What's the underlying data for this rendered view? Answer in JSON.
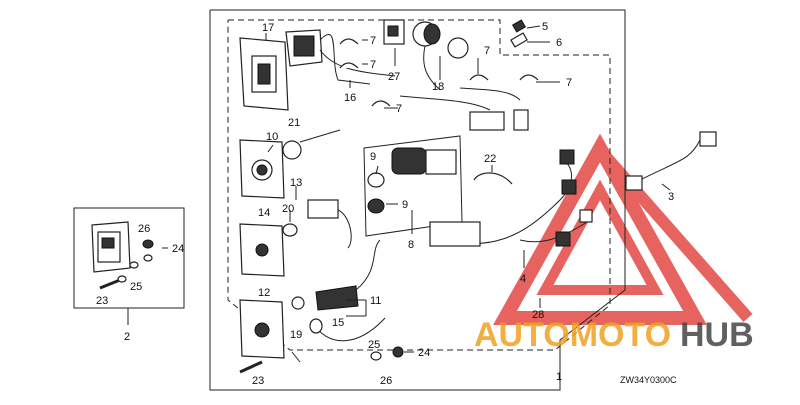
{
  "diagram": {
    "part_numbers": {
      "p1": "1",
      "p2": "2",
      "p3": "3",
      "p4": "4",
      "p5": "5",
      "p6": "6",
      "p7": "7",
      "p8": "8",
      "p9": "9",
      "p10": "10",
      "p11": "11",
      "p12": "12",
      "p13": "13",
      "p14": "14",
      "p15": "15",
      "p16": "16",
      "p17": "17",
      "p18": "18",
      "p19": "19",
      "p20": "20",
      "p21": "21",
      "p22": "22",
      "p23": "23",
      "p24": "24",
      "p25": "25",
      "p26": "26",
      "p27": "27",
      "p28": "28"
    },
    "drawing_code": "ZW34Y0300C"
  },
  "watermark": {
    "brand_part1": "AUTOMOTO",
    "brand_part2": "HUB",
    "colors": {
      "red": "#e0302a",
      "orange": "#f0a020",
      "gray": "#444444"
    }
  }
}
